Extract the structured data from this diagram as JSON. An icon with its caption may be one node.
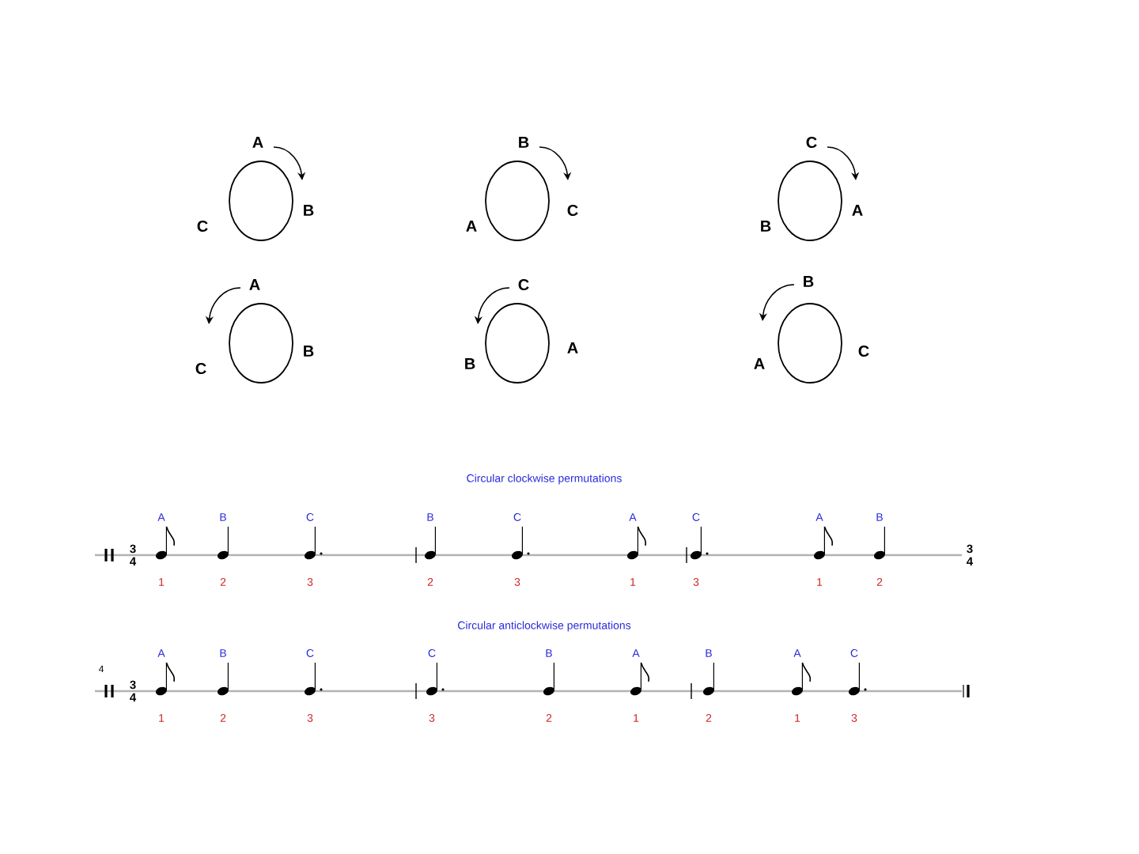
{
  "diagram": {
    "nodes": [
      {
        "text": [],
        "shape": "circle",
        "beside": [
          "A",
          "B",
          "C"
        ]
      },
      {
        "text": [],
        "shape": "circle",
        "beside": [
          "B",
          "C",
          "A"
        ]
      },
      {
        "text": [],
        "shape": "circle",
        "beside": [
          "C",
          "A",
          "B"
        ]
      },
      {
        "text": [],
        "shape": "circle",
        "beside": [
          "A",
          "B",
          "C"
        ]
      },
      {
        "text": [],
        "shape": "circle",
        "beside": [
          "C",
          "A",
          "B"
        ]
      },
      {
        "text": [],
        "shape": "circle",
        "beside": [
          "B",
          "C",
          "A"
        ]
      }
    ],
    "labels": [
      "Circular clockwise permutations",
      "A",
      "B",
      "C",
      "B",
      "C",
      "A",
      "C",
      "A",
      "B",
      "3",
      "4",
      "3",
      "4",
      "1",
      "2",
      "3",
      "2",
      "3",
      "1",
      "3",
      "1",
      "2",
      "Circular anticlockwise permutations",
      "4",
      "A",
      "B",
      "C",
      "C",
      "B",
      "A",
      "B",
      "A",
      "C",
      "3",
      "4",
      "1",
      "2",
      "3",
      "3",
      "2",
      "1",
      "2",
      "1",
      "3"
    ]
  }
}
